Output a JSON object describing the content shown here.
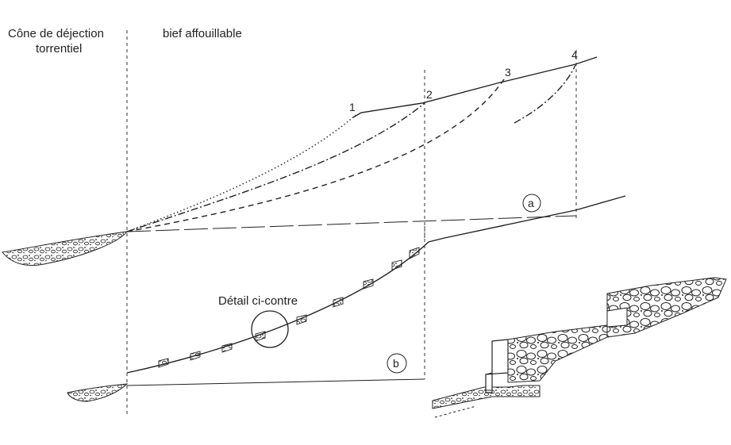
{
  "labels": {
    "cone_line1": "Cône de déjection",
    "cone_line2": "torrentiel",
    "bief": "bief affouillable",
    "p1": "1",
    "p2": "2",
    "p3": "3",
    "p4": "4",
    "a": "a",
    "b": "b",
    "detail": "Détail ci-contre"
  },
  "colors": {
    "ink": "#222222",
    "background": "#ffffff"
  }
}
